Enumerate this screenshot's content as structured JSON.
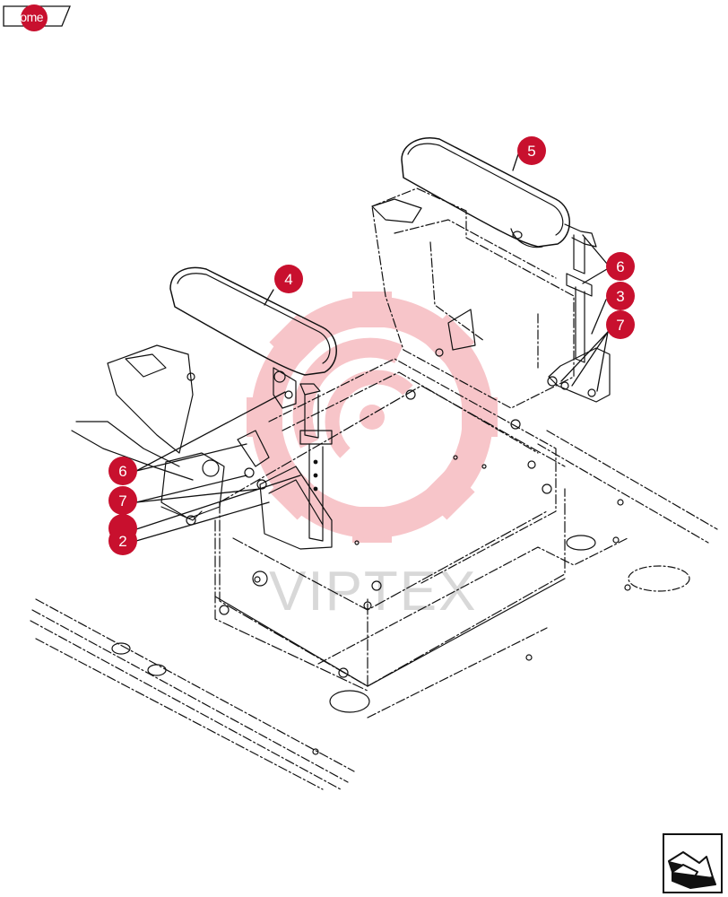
{
  "header": {
    "home_label": "home"
  },
  "watermark": {
    "text": "VIPTEX",
    "gear_icon": "gear-icon",
    "color": "#f4b8bd"
  },
  "callouts": [
    {
      "id": "callout-5",
      "number": "5"
    },
    {
      "id": "callout-4",
      "number": "4"
    },
    {
      "id": "callout-6-right",
      "number": "6"
    },
    {
      "id": "callout-3",
      "number": "3"
    },
    {
      "id": "callout-7-right",
      "number": "7"
    },
    {
      "id": "callout-6-left",
      "number": "6"
    },
    {
      "id": "callout-7-left",
      "number": "7"
    },
    {
      "id": "callout-1",
      "number": ""
    },
    {
      "id": "callout-2",
      "number": "2"
    }
  ],
  "navigation": {
    "next_icon": "next-page-arrow-icon"
  },
  "colors": {
    "callout": "#c8102e",
    "line": "#111111"
  }
}
